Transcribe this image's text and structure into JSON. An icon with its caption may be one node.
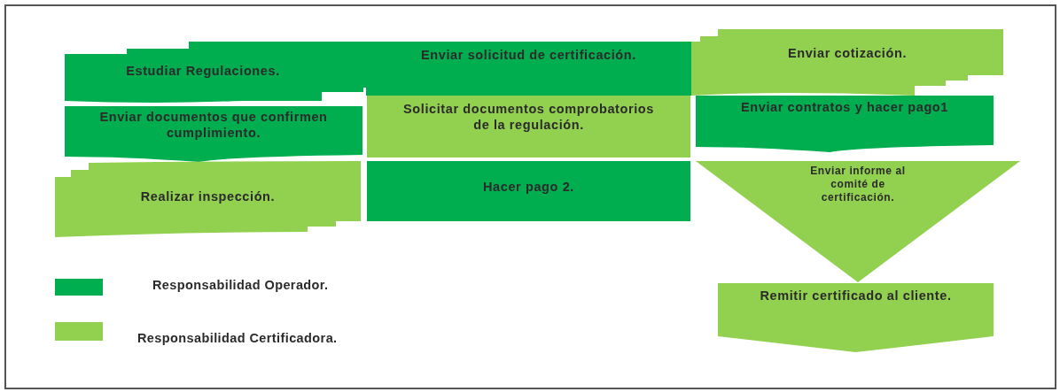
{
  "diagram": {
    "nodes": [
      {
        "text": [
          "Estudiar Regulaciones."
        ]
      },
      {
        "text": [
          "Enviar solicitud de certificación."
        ]
      },
      {
        "text": [
          "Enviar cotización."
        ]
      },
      {
        "text": [
          "Enviar documentos que confirmen cumplimiento."
        ]
      },
      {
        "text": [
          "Solicitar documentos comprobatorios  de la regulación."
        ]
      },
      {
        "text": [
          "Enviar contratos y hacer pago1"
        ]
      },
      {
        "text": [
          "Realizar inspección."
        ]
      },
      {
        "text": [
          "Hacer pago 2."
        ]
      },
      {
        "text": [
          "Enviar informe al comité de certificación."
        ]
      },
      {
        "text": [
          "Remitir certificado al cliente."
        ]
      }
    ],
    "legend": [
      {
        "text": "Responsabilidad Operador.",
        "color": "#00ae4f"
      },
      {
        "text": "Responsabilidad Certificadora.",
        "color": "#92d050"
      }
    ]
  }
}
